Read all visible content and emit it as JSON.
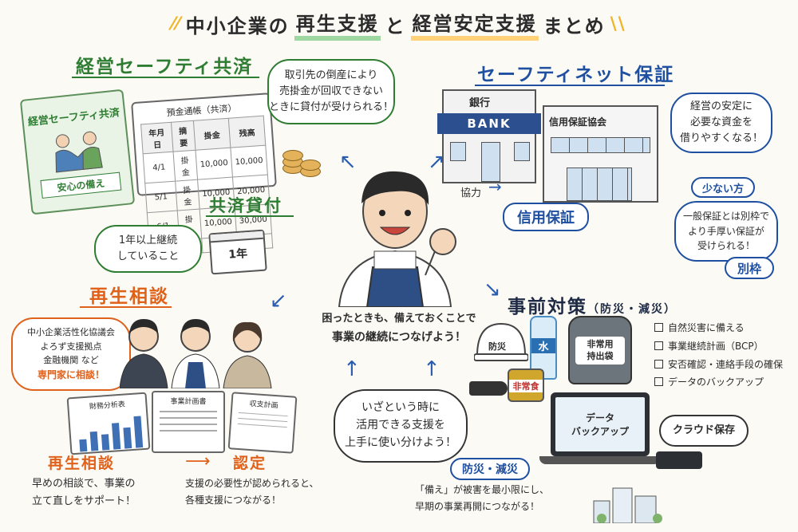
{
  "title": {
    "part1": "中小企業の",
    "part2": "再生支援",
    "part3": "と",
    "part4": "経営安定支援",
    "part5": "まとめ"
  },
  "safety_kyosai": {
    "heading": "経営セーフティ共済",
    "book_title": "経営セーフティ共済",
    "book_caption": "安心の備え",
    "bubble": [
      "取引先の倒産により",
      "売掛金が回収できない",
      "ときに貸付が受けられる！"
    ],
    "ledger_title": "預金通帳（共済）",
    "ledger_headers": [
      "年月日",
      "摘要",
      "掛金",
      "残高"
    ],
    "ledger_rows": [
      [
        "4/1",
        "掛金",
        "10,000",
        "10,000"
      ],
      [
        "5/1",
        "掛金",
        "10,000",
        "20,000"
      ],
      [
        "6/1",
        "掛金",
        "10,000",
        "30,000"
      ],
      [
        "",
        "⋮",
        "",
        ""
      ]
    ],
    "loan_heading": "共済貸付",
    "loan_bubble": [
      "1年以上継続",
      "していること"
    ],
    "calendar_label": "1年"
  },
  "safety_net": {
    "heading": "セーフティネット保証",
    "bank_sign_top": "銀行",
    "bank_sign": "BANK",
    "assoc_sign": "信用保証協会",
    "cooperation": "協力",
    "guarantee_tag": "信用保証",
    "bubble": [
      "経営の安定に",
      "必要な資金を",
      "借りやすくなる！"
    ],
    "few_tag": "少ない方",
    "separate_bubble": [
      "一般保証とは別枠で",
      "より手厚い保証が",
      "受けられる！"
    ],
    "separate_tag": "別枠"
  },
  "center": {
    "message": [
      "困ったときも、備えておくことで",
      "事業の継続につなげよう！"
    ],
    "bubble": [
      "いざという時に",
      "活用できる支援を",
      "上手に使い分けよう！"
    ]
  },
  "rehab": {
    "heading": "再生相談",
    "bubble": [
      "中小企業活性化協議会",
      "よろず支援拠点",
      "金融機関 など"
    ],
    "bubble_emph": "専門家に相談！",
    "doc1": "財務分析表",
    "doc2": "事業計画書",
    "doc3": "収支計画",
    "sub1": "再生相談",
    "sub2": "認定",
    "text1": [
      "早めの相談で、事業の",
      "立て直しをサポート！"
    ],
    "text2": [
      "支援の必要性が認められると、",
      "各種支援につながる！"
    ]
  },
  "prep": {
    "heading": "事前対策",
    "heading_sub": "（防災・減災）",
    "helmet": "防災",
    "water": "水",
    "food": "非常食",
    "bag": [
      "非常用",
      "持出袋"
    ],
    "checklist": [
      "自然災害に備える",
      "事業継続計画（BCP）",
      "安否確認・連絡手段の確保",
      "データのバックアップ"
    ],
    "laptop": [
      "データ",
      "バックアップ"
    ],
    "cloud": "クラウド保存",
    "disaster_tag": "防災・減災",
    "disaster_text": [
      "「備え」が被害を最小限にし、",
      "早期の事業再開につながる！"
    ]
  },
  "colors": {
    "green": "#2e7d32",
    "blue": "#1e4fa0",
    "orange": "#e0611a",
    "bank_blue": "#2b4f8f"
  },
  "chart_bars": [
    0.35,
    0.55,
    0.45,
    0.75,
    0.6,
    0.9
  ]
}
